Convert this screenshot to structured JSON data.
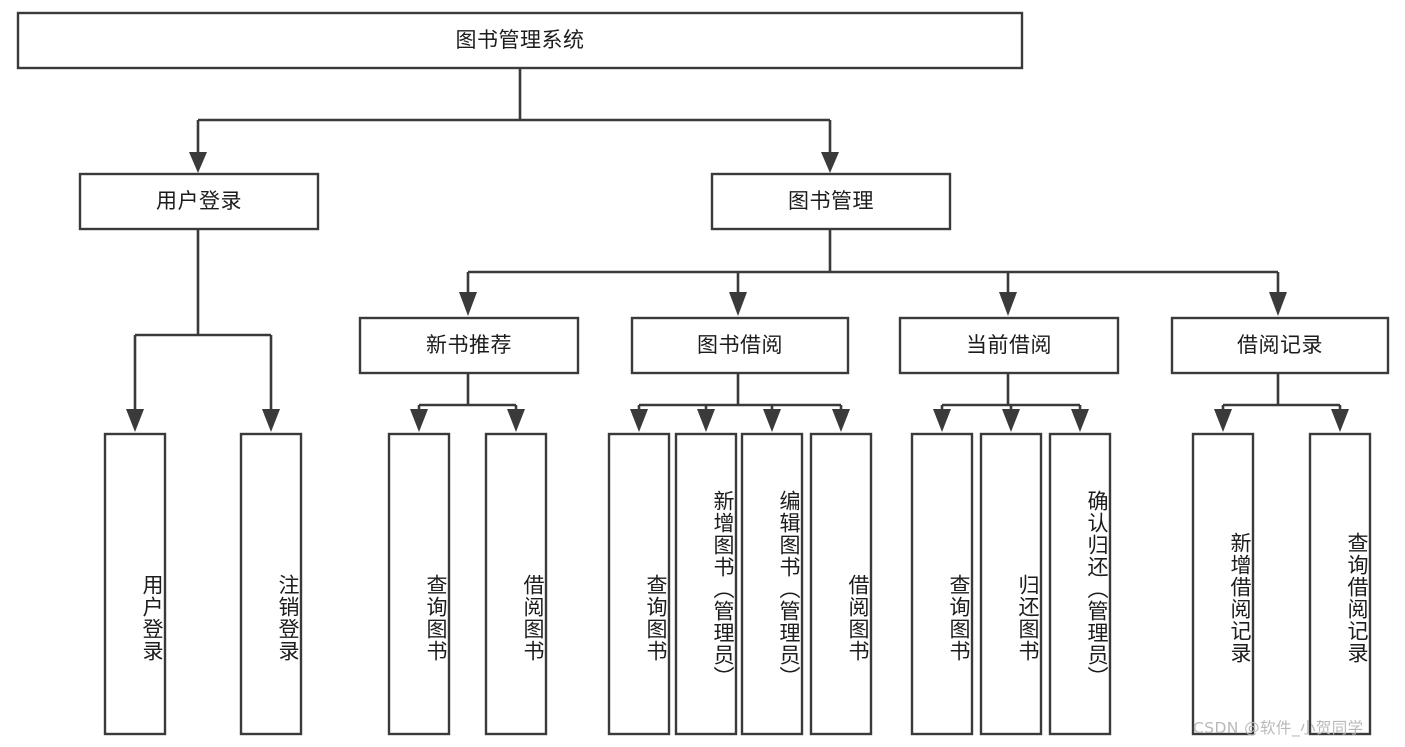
{
  "diagram": {
    "type": "tree-hierarchy-chart",
    "title": "图书管理系统",
    "orientation": "top-down",
    "colors": {
      "box_stroke": "#3a3a3a",
      "box_fill": "#ffffff",
      "connector": "#3a3a3a",
      "text": "#1c1c1c",
      "watermark": "#b9b9b9",
      "background": "#ffffff"
    },
    "root": {
      "label": "图书管理系统"
    },
    "level2": [
      {
        "label": "用户登录"
      },
      {
        "label": "图书管理"
      }
    ],
    "level3": [
      {
        "label": "新书推荐"
      },
      {
        "label": "图书借阅"
      },
      {
        "label": "当前借阅"
      },
      {
        "label": "借阅记录"
      }
    ],
    "leaves": {
      "user_login": [
        {
          "label": "用户登录"
        },
        {
          "label": "注销登录"
        }
      ],
      "new_book_recommend": [
        {
          "label": "查询图书"
        },
        {
          "label": "借阅图书"
        }
      ],
      "book_borrow": [
        {
          "label": "查询图书"
        },
        {
          "label": "新增图书（管理员）"
        },
        {
          "label": "编辑图书（管理员）"
        },
        {
          "label": "借阅图书"
        }
      ],
      "current_borrow": [
        {
          "label": "查询图书"
        },
        {
          "label": "归还图书"
        },
        {
          "label": "确认归还（管理员）"
        }
      ],
      "borrow_record": [
        {
          "label": "新增借阅记录"
        },
        {
          "label": "查询借阅记录"
        }
      ]
    }
  },
  "watermark": {
    "text": "CSDN @软件_小贺同学"
  }
}
